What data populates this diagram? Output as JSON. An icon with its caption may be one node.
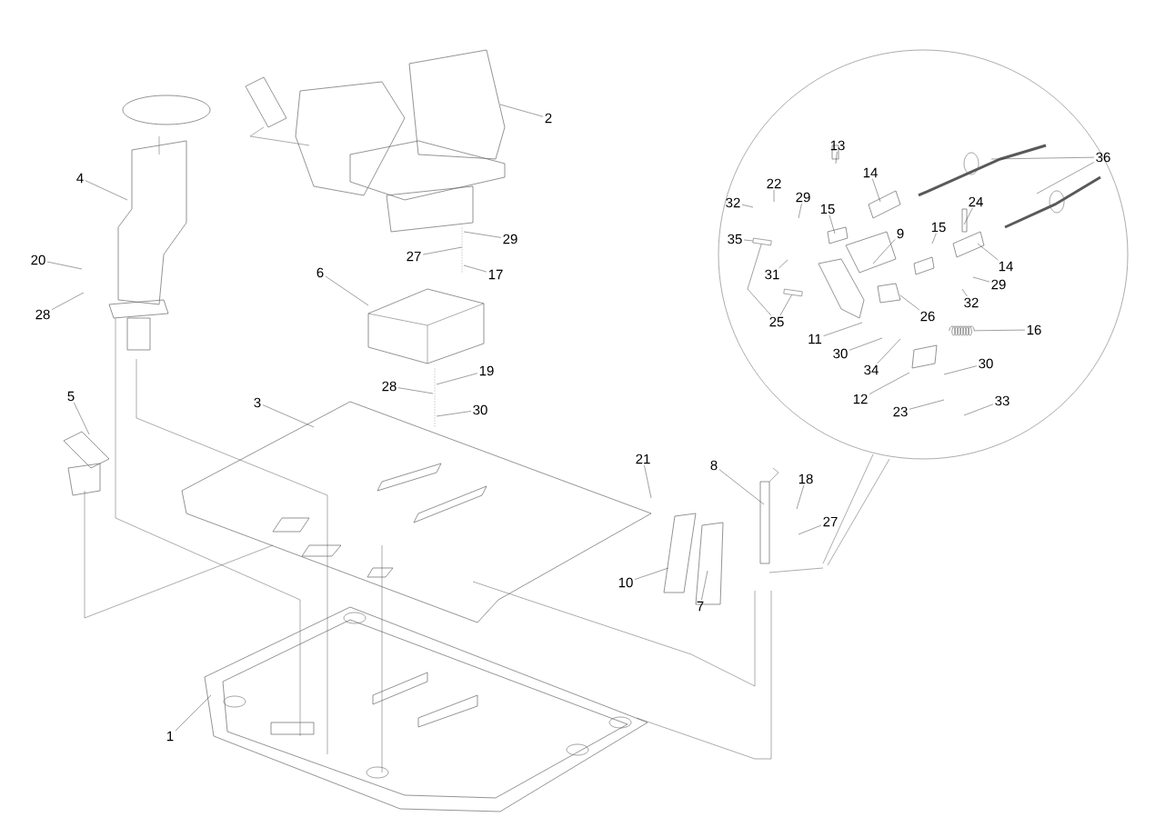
{
  "diagram": {
    "nodes": [
      {
        "text": [
          "2"
        ]
      },
      {
        "text": [
          "4"
        ]
      },
      {
        "text": [
          "20"
        ]
      },
      {
        "text": [
          "28"
        ]
      },
      {
        "text": [
          "6"
        ]
      },
      {
        "text": [
          "29"
        ]
      },
      {
        "text": [
          "27"
        ]
      },
      {
        "text": [
          "17"
        ]
      },
      {
        "text": [
          "5"
        ]
      },
      {
        "text": [
          "19"
        ]
      },
      {
        "text": [
          "28"
        ]
      },
      {
        "text": [
          "30"
        ]
      },
      {
        "text": [
          "3"
        ]
      },
      {
        "text": [
          "21"
        ]
      },
      {
        "text": [
          "8"
        ]
      },
      {
        "text": [
          "18"
        ]
      },
      {
        "text": [
          "27"
        ]
      },
      {
        "text": [
          "10"
        ]
      },
      {
        "text": [
          "7"
        ]
      },
      {
        "text": [
          "1"
        ]
      },
      {
        "text": [
          "13"
        ]
      },
      {
        "text": [
          "14"
        ]
      },
      {
        "text": [
          "36"
        ]
      },
      {
        "text": [
          "22"
        ]
      },
      {
        "text": [
          "29"
        ]
      },
      {
        "text": [
          "32"
        ]
      },
      {
        "text": [
          "15"
        ]
      },
      {
        "text": [
          "24"
        ]
      },
      {
        "text": [
          "9"
        ]
      },
      {
        "text": [
          "15"
        ]
      },
      {
        "text": [
          "14"
        ]
      },
      {
        "text": [
          "35"
        ]
      },
      {
        "text": [
          "31"
        ]
      },
      {
        "text": [
          "29"
        ]
      },
      {
        "text": [
          "32"
        ]
      },
      {
        "text": [
          "25"
        ]
      },
      {
        "text": [
          "11"
        ]
      },
      {
        "text": [
          "26"
        ]
      },
      {
        "text": [
          "16"
        ]
      },
      {
        "text": [
          "30"
        ]
      },
      {
        "text": [
          "34"
        ]
      },
      {
        "text": [
          "30"
        ]
      },
      {
        "text": [
          "12"
        ]
      },
      {
        "text": [
          "23"
        ]
      },
      {
        "text": [
          "33"
        ]
      },
      {
        "text": [],
        "shape": "bar"
      },
      {
        "text": [],
        "shape": "bar"
      },
      {
        "text": [],
        "shape": "spring"
      }
    ],
    "edges": [
      {
        "from": 0,
        "to": null,
        "arrow": "none"
      },
      {
        "from": 1,
        "to": null,
        "arrow": "none"
      },
      {
        "from": 2,
        "to": null,
        "arrow": "none"
      },
      {
        "from": 3,
        "to": null,
        "arrow": "none"
      },
      {
        "from": 4,
        "to": null,
        "arrow": "none"
      },
      {
        "from": 5,
        "to": null,
        "arrow": "none"
      },
      {
        "from": 6,
        "to": null,
        "arrow": "none"
      },
      {
        "from": 7,
        "to": null,
        "arrow": "none"
      },
      {
        "from": 8,
        "to": null,
        "arrow": "none"
      },
      {
        "from": 9,
        "to": null,
        "arrow": "none"
      },
      {
        "from": 10,
        "to": null,
        "arrow": "none"
      },
      {
        "from": 11,
        "to": null,
        "arrow": "none"
      },
      {
        "from": 12,
        "to": null,
        "arrow": "none"
      },
      {
        "from": 13,
        "to": null,
        "arrow": "none"
      },
      {
        "from": 14,
        "to": null,
        "arrow": "none"
      },
      {
        "from": 15,
        "to": null,
        "arrow": "none"
      },
      {
        "from": 16,
        "to": null,
        "arrow": "none"
      },
      {
        "from": 17,
        "to": null,
        "arrow": "none"
      },
      {
        "from": 18,
        "to": null,
        "arrow": "none"
      },
      {
        "from": 19,
        "to": null,
        "arrow": "none"
      },
      {
        "from": 20,
        "to": null,
        "arrow": "none"
      },
      {
        "from": 21,
        "to": null,
        "arrow": "none"
      },
      {
        "from": 22,
        "to": null,
        "arrow": "none"
      },
      {
        "from": 22,
        "to": null,
        "arrow": "none"
      },
      {
        "from": 23,
        "to": null,
        "arrow": "none"
      },
      {
        "from": 24,
        "to": null,
        "arrow": "none"
      },
      {
        "from": 25,
        "to": null,
        "arrow": "none"
      },
      {
        "from": 26,
        "to": null,
        "arrow": "none"
      },
      {
        "from": 27,
        "to": null,
        "arrow": "none"
      },
      {
        "from": 28,
        "to": null,
        "arrow": "none"
      },
      {
        "from": 29,
        "to": null,
        "arrow": "none"
      },
      {
        "from": 30,
        "to": null,
        "arrow": "none"
      },
      {
        "from": 31,
        "to": 46,
        "arrow": "none"
      },
      {
        "from": 32,
        "to": null,
        "arrow": "none"
      },
      {
        "from": 33,
        "to": null,
        "arrow": "none"
      },
      {
        "from": 34,
        "to": null,
        "arrow": "none"
      },
      {
        "from": 35,
        "to": 45,
        "arrow": "none"
      },
      {
        "from": 35,
        "to": 46,
        "arrow": "none"
      },
      {
        "from": 36,
        "to": null,
        "arrow": "none"
      },
      {
        "from": 37,
        "to": null,
        "arrow": "none"
      },
      {
        "from": 38,
        "to": 47,
        "arrow": "none"
      },
      {
        "from": 39,
        "to": null,
        "arrow": "none"
      },
      {
        "from": 40,
        "to": null,
        "arrow": "none"
      },
      {
        "from": 41,
        "to": null,
        "arrow": "none"
      },
      {
        "from": 42,
        "to": null,
        "arrow": "none"
      },
      {
        "from": 43,
        "to": null,
        "arrow": "none"
      },
      {
        "from": 44,
        "to": null,
        "arrow": "none"
      }
    ]
  }
}
